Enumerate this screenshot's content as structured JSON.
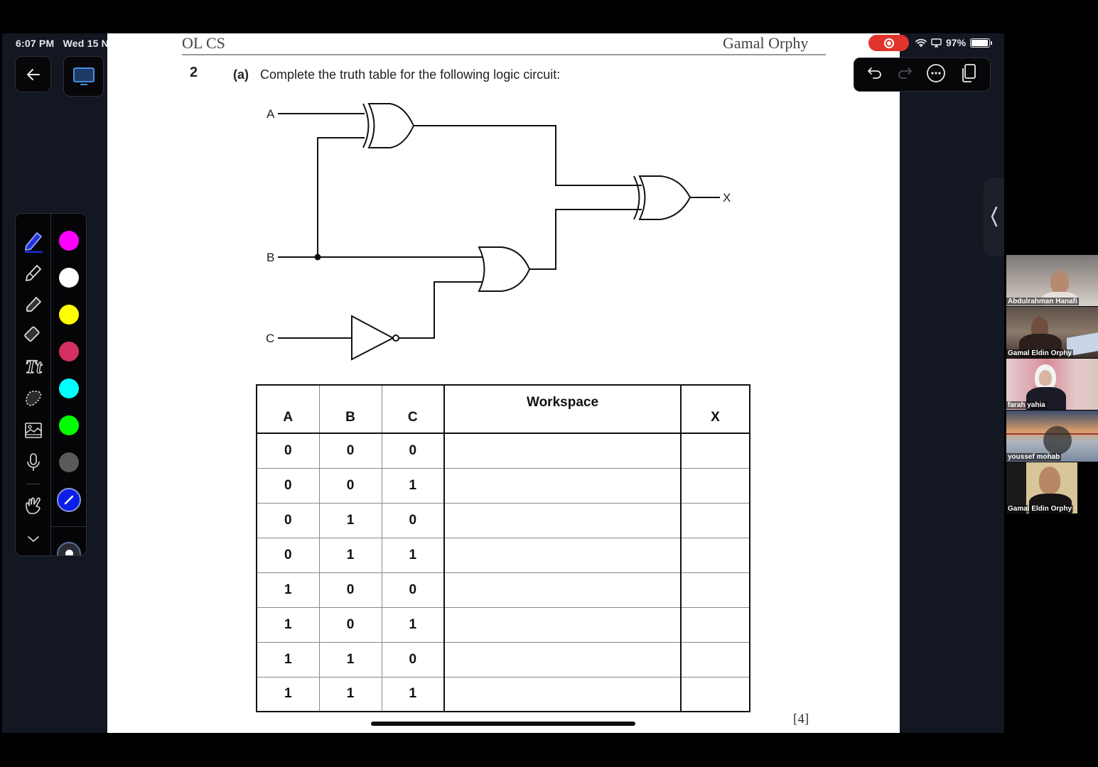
{
  "status_bar": {
    "time": "6:07 PM",
    "date": "Wed 15 N",
    "battery_percent": "97%",
    "recording": true
  },
  "nav": {
    "back_icon": "arrow-left-icon",
    "screen_icon": "monitor-icon"
  },
  "top_toolbar": {
    "undo": "undo-icon",
    "redo": "redo-icon",
    "more": "ellipsis-circle-icon",
    "pages": "pages-copy-icon"
  },
  "tool_palette": {
    "tools": [
      {
        "name": "pen",
        "icon": "pen-icon",
        "selected": true
      },
      {
        "name": "pencil",
        "icon": "pencil-icon"
      },
      {
        "name": "highlighter",
        "icon": "highlighter-icon"
      },
      {
        "name": "eraser",
        "icon": "eraser-icon"
      },
      {
        "name": "text",
        "icon": "text-tool-icon",
        "label": "Tt"
      },
      {
        "name": "lasso",
        "icon": "lasso-icon"
      },
      {
        "name": "image",
        "icon": "image-icon"
      },
      {
        "name": "audio",
        "icon": "microphone-icon"
      },
      {
        "name": "hand",
        "icon": "hand-pointer-icon"
      },
      {
        "name": "more",
        "icon": "chevron-down-icon"
      }
    ],
    "colors": [
      "#ff00ff",
      "#ffffff",
      "#ffff00",
      "#d43060",
      "#00ffff",
      "#00ff00",
      "#5a5a5a",
      "#0a1ee8"
    ],
    "selected_color": "#0a1ee8"
  },
  "document": {
    "header_left": "OL CS",
    "header_right": "Gamal Orphy",
    "question_number": "2",
    "part_label": "(a)",
    "question_text": "Complete the truth table for the following logic circuit:",
    "marks": "[4]",
    "circuit": {
      "inputs": [
        "A",
        "B",
        "C"
      ],
      "output": "X",
      "gates": [
        {
          "type": "XOR",
          "inputs": [
            "A",
            "B"
          ]
        },
        {
          "type": "NOT",
          "inputs": [
            "C"
          ]
        },
        {
          "type": "OR",
          "inputs": [
            "B",
            "NOT C"
          ]
        },
        {
          "type": "XOR",
          "inputs": [
            "A XOR B",
            "B OR NOT C"
          ],
          "output": "X"
        }
      ]
    },
    "truth_table": {
      "headers": [
        "A",
        "B",
        "C",
        "Workspace",
        "X"
      ],
      "rows": [
        [
          "0",
          "0",
          "0",
          "",
          ""
        ],
        [
          "0",
          "0",
          "1",
          "",
          ""
        ],
        [
          "0",
          "1",
          "0",
          "",
          ""
        ],
        [
          "0",
          "1",
          "1",
          "",
          ""
        ],
        [
          "1",
          "0",
          "0",
          "",
          ""
        ],
        [
          "1",
          "0",
          "1",
          "",
          ""
        ],
        [
          "1",
          "1",
          "0",
          "",
          ""
        ],
        [
          "1",
          "1",
          "1",
          "",
          ""
        ]
      ]
    }
  },
  "participants": [
    {
      "name": "Abdulrahman Hanafi"
    },
    {
      "name": "Gamal Eldin Orphy"
    },
    {
      "name": "farah yahia"
    },
    {
      "name": "youssef mohab"
    },
    {
      "name": "Gamal Eldin Orphy"
    }
  ]
}
